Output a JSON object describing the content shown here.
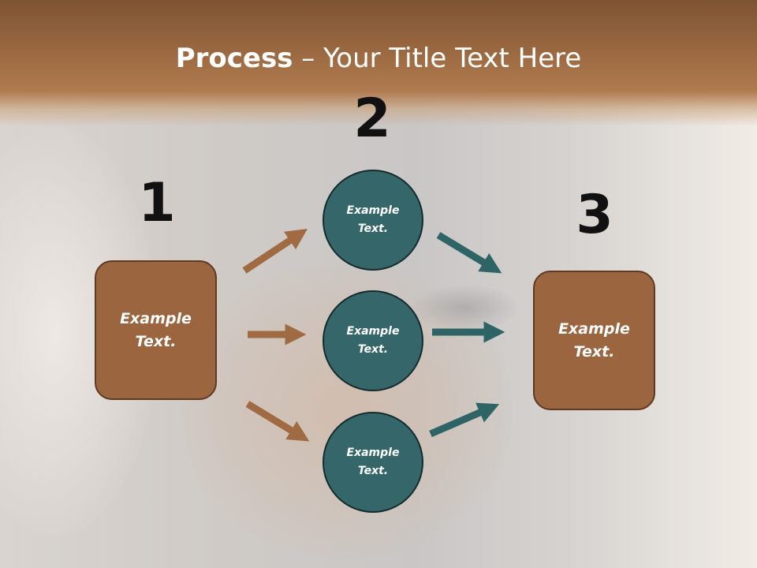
{
  "title": {
    "bold": "Process",
    "rest": " – Your Title Text Here"
  },
  "steps": [
    {
      "number": "1",
      "label": "Example\nText."
    },
    {
      "number": "2",
      "label": "Example\nText."
    },
    {
      "number": "3",
      "label": "Example\nText."
    }
  ],
  "circles": [
    {
      "label": "Example\nText."
    },
    {
      "label": "Example\nText."
    },
    {
      "label": "Example\nText."
    }
  ],
  "colors": {
    "brown": "#9b6540",
    "teal": "#356669",
    "arrow_brown": "#a06a42",
    "arrow_teal": "#2f6466"
  }
}
